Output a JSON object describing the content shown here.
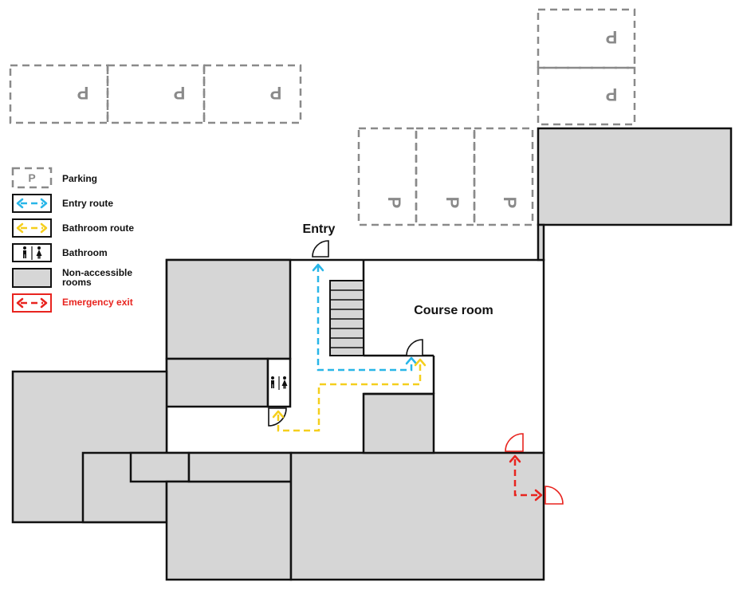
{
  "labels": {
    "entry": "Entry",
    "course_room": "Course room"
  },
  "legend": {
    "parking": {
      "label": "Parking",
      "symbol": "P"
    },
    "entry_route": {
      "label": "Entry route"
    },
    "bathroom_route": {
      "label": "Bathroom route"
    },
    "bathroom": {
      "label": "Bathroom"
    },
    "non_accessible": {
      "line1": "Non-accessible",
      "line2": "rooms"
    },
    "emergency_exit": {
      "label": "Emergency exit"
    }
  },
  "parking_symbol": "P",
  "icons": {
    "bathroom": "restroom-icon",
    "stairs": "stairs-icon",
    "door": "door-icon",
    "parking": "parking-icon"
  },
  "colors": {
    "entry_route": "#29b6e8",
    "bathroom_route": "#f5cf1d",
    "emergency_exit": "#e8241f",
    "non_accessible_room": "#d6d6d6",
    "parking": "#8a8a8a"
  }
}
